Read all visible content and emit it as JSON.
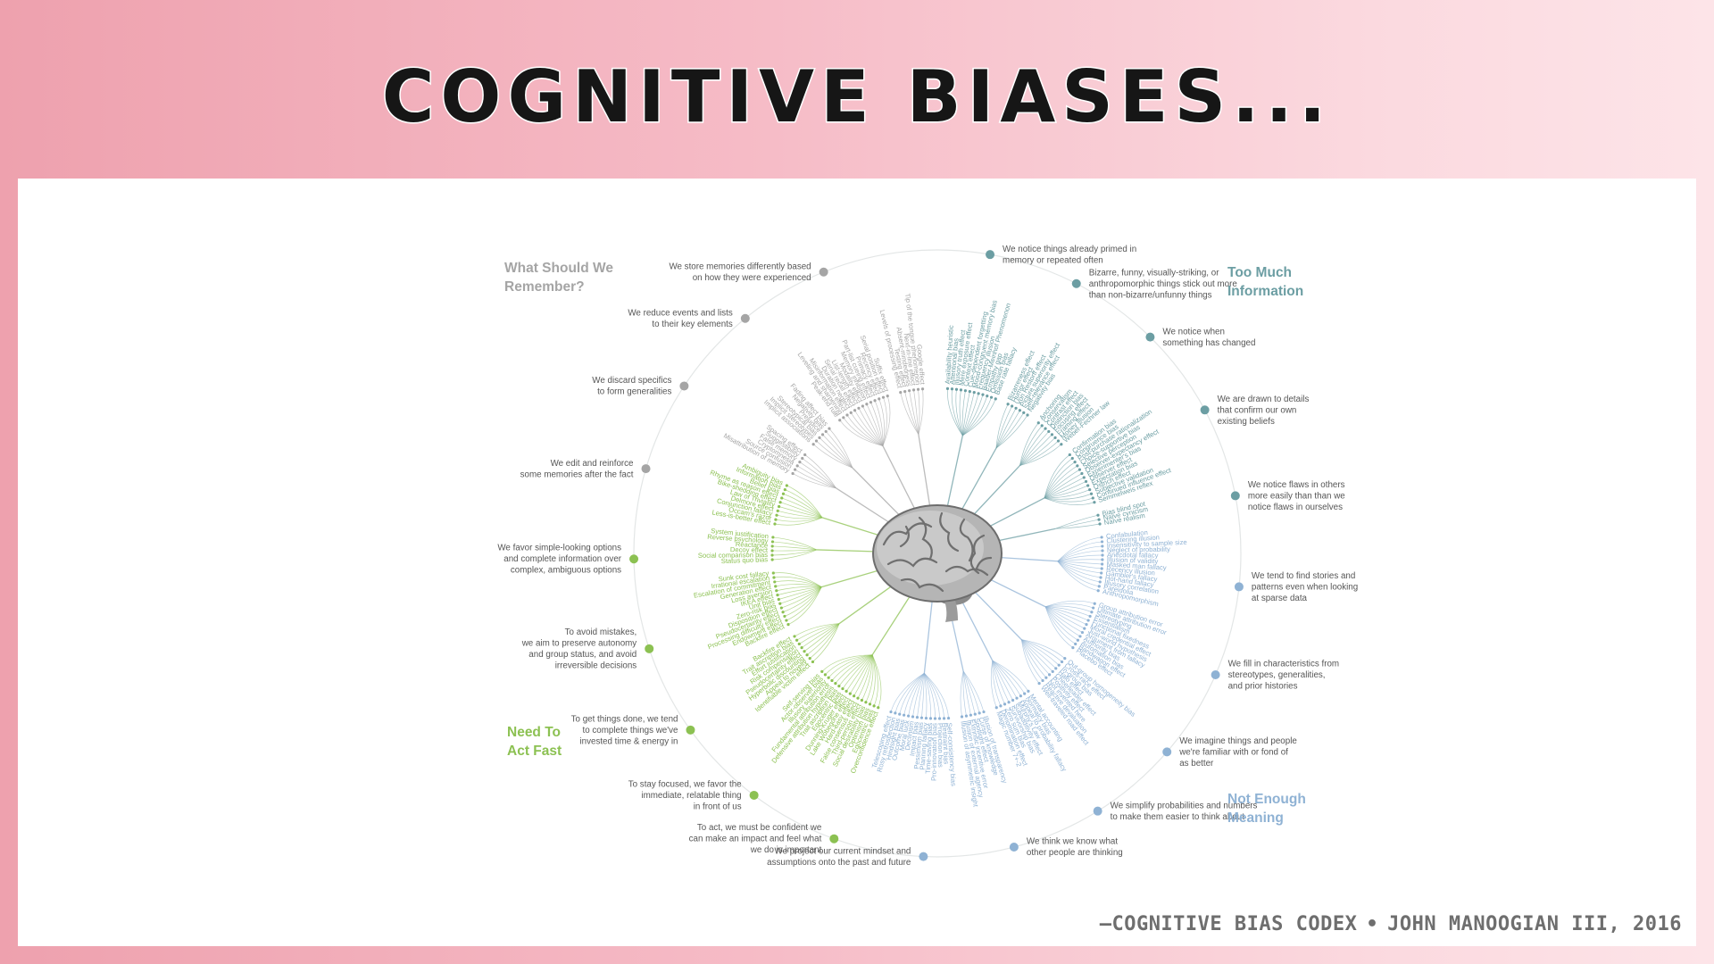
{
  "slide": {
    "title": "COGNITIVE BIASES...",
    "credit_prefix": "—",
    "credit_source": "COGNITIVE BIAS CODEX",
    "credit_separator": "•",
    "credit_author": "JOHN MANOOGIAN III, 2016"
  },
  "colors": {
    "remember": "#a5a5a5",
    "too_much": "#6c9ea3",
    "meaning": "#8fb2d4",
    "act_fast": "#8cc152"
  },
  "codex": {
    "quadrants": [
      {
        "key": "remember",
        "line1": "What Should We",
        "line2": "Remember?"
      },
      {
        "key": "too_much",
        "line1": "Too Much",
        "line2": "Information"
      },
      {
        "key": "meaning",
        "line1": "Not Enough",
        "line2": "Meaning"
      },
      {
        "key": "act_fast",
        "line1": "Need To",
        "line2": "Act Fast"
      }
    ],
    "categories": [
      {
        "group": "too_much",
        "lines": [
          "We notice things already primed in",
          "memory or repeated often"
        ]
      },
      {
        "group": "too_much",
        "lines": [
          "Bizarre, funny, visually-striking, or",
          "anthropomorphic things stick out more",
          "than non-bizarre/unfunny things"
        ]
      },
      {
        "group": "too_much",
        "lines": [
          "We notice when",
          "something has changed"
        ]
      },
      {
        "group": "too_much",
        "lines": [
          "We are drawn to details",
          "that confirm our own",
          "existing beliefs"
        ]
      },
      {
        "group": "too_much",
        "lines": [
          "We notice flaws in others",
          "more easily than than we",
          "notice flaws in ourselves"
        ]
      },
      {
        "group": "meaning",
        "lines": [
          "We tend to find stories and",
          "patterns even when looking",
          "at sparse data"
        ]
      },
      {
        "group": "meaning",
        "lines": [
          "We fill in characteristics from",
          "stereotypes, generalities,",
          "and prior histories"
        ]
      },
      {
        "group": "meaning",
        "lines": [
          "We imagine things and people",
          "we're familiar with or fond of",
          "as better"
        ]
      },
      {
        "group": "meaning",
        "lines": [
          "We simplify probabilities and numbers",
          "to make them easier to think about"
        ]
      },
      {
        "group": "meaning",
        "lines": [
          "We think we know what",
          "other people are thinking"
        ]
      },
      {
        "group": "meaning",
        "lines": [
          "We project our current mindset and",
          "assumptions onto the past and future"
        ]
      },
      {
        "group": "act_fast",
        "lines": [
          "To act, we must be confident we",
          "can make an impact and feel what",
          "we do is important"
        ]
      },
      {
        "group": "act_fast",
        "lines": [
          "To stay focused, we favor the",
          "immediate, relatable thing",
          "in front of us"
        ]
      },
      {
        "group": "act_fast",
        "lines": [
          "To get things done, we tend",
          "to complete things we've",
          "invested time & energy in"
        ]
      },
      {
        "group": "act_fast",
        "lines": [
          "To avoid mistakes,",
          "we aim to preserve autonomy",
          "and group status, and avoid",
          "irreversible decisions"
        ]
      },
      {
        "group": "act_fast",
        "lines": [
          "We favor simple-looking options",
          "and complete information over",
          "complex, ambiguous options"
        ]
      },
      {
        "group": "remember",
        "lines": [
          "We edit and reinforce",
          "some memories after the fact"
        ]
      },
      {
        "group": "remember",
        "lines": [
          "We discard specifics",
          "to form generalities"
        ]
      },
      {
        "group": "remember",
        "lines": [
          "We reduce events and lists",
          "to their key elements"
        ]
      },
      {
        "group": "remember",
        "lines": [
          "We store memories differently based",
          "on how they were experienced"
        ]
      }
    ],
    "bias_labels": [
      {
        "group": "too_much",
        "items": [
          "Availability heuristic",
          "Attentional bias",
          "Illusory truth effect",
          "Mere exposure effect",
          "Context effect",
          "Cue-dependent forgetting",
          "Mood-congruent memory bias",
          "Frequency illusion",
          "Baader-Meinhof Phenomenon",
          "Empathy gap",
          "Omission bias",
          "Base rate fallacy"
        ]
      },
      {
        "group": "too_much",
        "items": [
          "Bizarreness effect",
          "Humor effect",
          "Von Restorff effect",
          "Picture superiority effect",
          "Self-relevance effect",
          "Negativity bias"
        ]
      },
      {
        "group": "too_much",
        "items": [
          "Anchoring",
          "Conservatism",
          "Contrast effect",
          "Distinction bias",
          "Focusing effect",
          "Framing effect",
          "Money illusion",
          "Weber-Fechner law"
        ]
      },
      {
        "group": "too_much",
        "items": [
          "Confirmation bias",
          "Congruence bias",
          "Post-purchase rationalization",
          "Choice-supportive bias",
          "Selective perception",
          "Observer-expectancy effect",
          "Experimenter's bias",
          "Observer effect",
          "Expectation bias",
          "Ostrich effect",
          "Subjective validation",
          "Continued influence effect",
          "Semmelweis reflex"
        ]
      },
      {
        "group": "too_much",
        "items": [
          "Bias blind spot",
          "Naïve cynicism",
          "Naïve realism"
        ]
      },
      {
        "group": "meaning",
        "items": [
          "Confabulation",
          "Clustering illusion",
          "Insensitivity to sample size",
          "Neglect of probability",
          "Anecdotal fallacy",
          "Illusion of validity",
          "Masked man fallacy",
          "Recency illusion",
          "Gambler's fallacy",
          "Hot-hand fallacy",
          "Illusory correlation",
          "Pareidolia",
          "Anthropomorphism"
        ]
      },
      {
        "group": "meaning",
        "items": [
          "Group attribution error",
          "Ultimate attribution error",
          "Stereotyping",
          "Essentialism",
          "Functional fixedness",
          "Moral credential effect",
          "Just-world hypothesis",
          "Argument from fallacy",
          "Authority bias",
          "Automation bias",
          "Bandwagon effect",
          "Placebo effect"
        ]
      },
      {
        "group": "meaning",
        "items": [
          "Out-group homogeneity bias",
          "Cross-race effect",
          "In-group bias",
          "Halo effect",
          "Cheerleader effect",
          "Positivity effect",
          "Not invented here",
          "Reactive devaluation",
          "Well-traveled road effect"
        ]
      },
      {
        "group": "meaning",
        "items": [
          "Mental accounting",
          "Normalcy bias",
          "Appeal to probability fallacy",
          "Murphy's Law",
          "Subadditivity effect",
          "Survivorship bias",
          "Zero sum bias",
          "Denomination effect",
          "Magic number 7+-2"
        ]
      },
      {
        "group": "meaning",
        "items": [
          "Illusion of transparency",
          "Curse of knowledge",
          "Spotlight effect",
          "Extrinsic incentive error",
          "Illusion of external agency",
          "Illusion of asymmetric insight"
        ]
      },
      {
        "group": "meaning",
        "items": [
          "Self-consistency bias",
          "Restraint bias",
          "Projection bias",
          "Pro-innovation bias",
          "Time-saving bias",
          "Planning fallacy",
          "Pessimism bias",
          "Impact bias",
          "Declinism",
          "Moral luck",
          "Outcome bias",
          "Hindsight bias",
          "Rosy retrospection",
          "Telescoping effect"
        ]
      },
      {
        "group": "act_fast",
        "items": [
          "Overconfidence effect",
          "Egocentric bias",
          "Optimism bias",
          "Social desirability bias",
          "Third-person effect",
          "False consensus effect",
          "Hard-easy effect",
          "Lake Wobegone effect",
          "Dunning-Kruger effect",
          "Egocentric bias",
          "Trait ascription bias",
          "Defensive attribution hypothesis",
          "Fundamental attribution error",
          "Illusory superiority",
          "Actor-observer bias",
          "Self-serving bias"
        ]
      },
      {
        "group": "act_fast",
        "items": [
          "Identifiable victim effect",
          "Appeal to novelty",
          "Hyperbolic discounting",
          "Pseudocertainty effect",
          "Risk compensation",
          "Effort justification",
          "Trait ascription bias",
          "Backfire effect"
        ]
      },
      {
        "group": "act_fast",
        "items": [
          "Backfire effect",
          "Endowment effect",
          "Processing difficulty effect",
          "Pseudocertainty effect",
          "Disposition effect",
          "Zero-risk bias",
          "Unit bias",
          "IKEA effect",
          "Loss aversion",
          "Generation effect",
          "Escalation of commitment",
          "Irrational escalation",
          "Sunk cost fallacy"
        ]
      },
      {
        "group": "act_fast",
        "items": [
          "Status quo bias",
          "Social comparison bias",
          "Decoy effect",
          "Reactance",
          "Reverse psychology",
          "System justification"
        ]
      },
      {
        "group": "act_fast",
        "items": [
          "Less-is-better effect",
          "Occam's razor",
          "Conjunction fallacy",
          "Delmore effect",
          "Law of Triviality",
          "Bike-shedding effect",
          "Rhyme as reason effect",
          "Belief bias",
          "Information bias",
          "Ambiguity bias"
        ]
      },
      {
        "group": "remember",
        "items": [
          "Misattribution of memory",
          "Source confusion",
          "Cryptomnesia",
          "False memory",
          "Suggestibility",
          "Spacing effect"
        ]
      },
      {
        "group": "remember",
        "items": [
          "Implicit associations",
          "Implicit stereotypes",
          "Stereotypical bias",
          "Prejudice",
          "Negativity bias",
          "Fading affect bias"
        ]
      },
      {
        "group": "remember",
        "items": [
          "Peak-end rule",
          "Leveling and sharpening",
          "Misinformation effect",
          "Duration neglect",
          "Serial recall effect",
          "List-length effect",
          "Modality effect",
          "Memory inhibition",
          "Part-list cueing effect",
          "Primacy effect",
          "Recency effect",
          "Serial position effect",
          "Suffix effect"
        ]
      },
      {
        "group": "remember",
        "items": [
          "Levels of processing effect",
          "Testing effect",
          "Absent-mindedness",
          "Next-in-line effect",
          "Tip of the tongue phenomenon",
          "Google effect"
        ]
      }
    ]
  }
}
